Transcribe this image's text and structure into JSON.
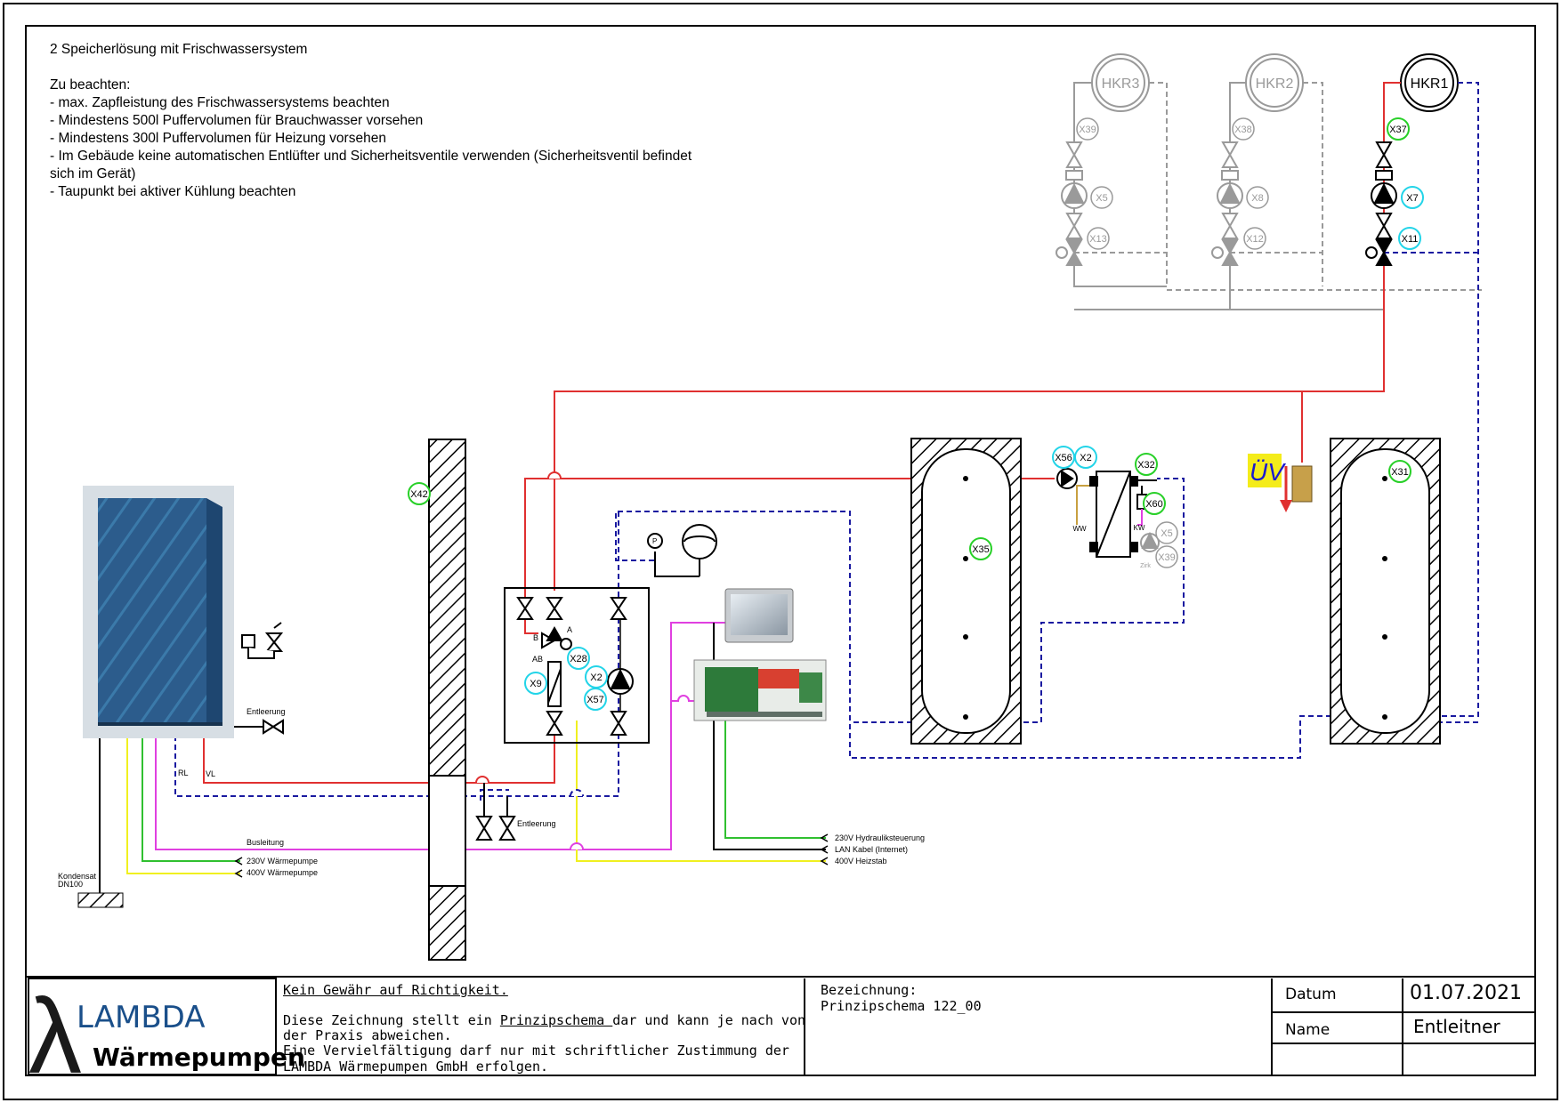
{
  "notes": {
    "title": "2 Speicherlösung mit Frischwassersystem",
    "heading": "Zu beachten:",
    "items": [
      "- max. Zapfleistung des Frischwassersystems beachten",
      "- Mindestens 500l Puffervolumen für Brauchwasser vorsehen",
      "- Mindestens 300l Puffervolumen für Heizung vorsehen",
      "- Im Gebäude keine automatischen Entlüfter und Sicherheitsventile verwenden (Sicherheitsventil befindet",
      "sich im Gerät)",
      "- Taupunkt bei aktiver Kühlung beachten"
    ]
  },
  "circuits": {
    "hkr3": "HKR3",
    "hkr2": "HKR2",
    "hkr1": "HKR1"
  },
  "markers": {
    "x39a": "X39",
    "x5a": "X5",
    "x13": "X13",
    "x38": "X38",
    "x8": "X8",
    "x12": "X12",
    "x37": "X37",
    "x7": "X7",
    "x11": "X11",
    "x42": "X42",
    "x35": "X35",
    "x31": "X31",
    "x56": "X56",
    "x2a": "X2",
    "x32": "X32",
    "x60": "X60",
    "x5b": "X5",
    "x39b": "X39",
    "x28": "X28",
    "x9": "X9",
    "x2b": "X2",
    "x57": "X57"
  },
  "labels": {
    "uv": "ÜV",
    "valve_b": "B",
    "valve_a": "A",
    "valve_ab": "AB",
    "pressure": "P",
    "ww": "WW",
    "kw": "KW",
    "zirk": "Zirk",
    "entleerung_unit": "Entleerung",
    "entleerung_bottom": "Entleerung",
    "rl": "RL",
    "vl": "VL",
    "busleitung": "Busleitung",
    "power_230_wp": "230V Wärmepumpe",
    "power_400_wp": "400V Wärmepumpe",
    "kondensat": "Kondensat",
    "dn100": "DN100",
    "hydraulik": "230V Hydrauliksteuerung",
    "lan": "LAN Kabel (Internet)",
    "heizstab": "400V Heizstab"
  },
  "colors": {
    "supply": "#e03030",
    "return": "#1a1aa0",
    "bus": "#e040e0",
    "power400": "#f0f020",
    "power230": "#30c030",
    "grey": "#9a9a9a",
    "cyan": "#22d4e8",
    "green": "#28d028",
    "unit": "#2a5a8a"
  },
  "title_block": {
    "brand_name": "LAMBDA",
    "brand_sub": "Wärmepumpen",
    "disclaimer_title": "Kein Gewähr auf Richtigkeit.",
    "disclaimer_pre": "Diese Zeichnung stellt ein ",
    "disclaimer_link": "Prinzipschema ",
    "disclaimer_post": "dar und kann je nach von",
    "disclaimer_line2": "der Praxis abweichen.",
    "disclaimer_line3": "Eine Vervielfältigung darf nur mit schriftlicher Zustimmung der",
    "disclaimer_line4": "LAMBDA Wärmepumpen GmbH erfolgen.",
    "designation_label": "Bezeichnung:",
    "designation_value": "Prinzipschema 122_00",
    "date_label": "Datum",
    "date_value": "01.07.2021",
    "name_label": "Name",
    "name_value": "Entleitner"
  }
}
